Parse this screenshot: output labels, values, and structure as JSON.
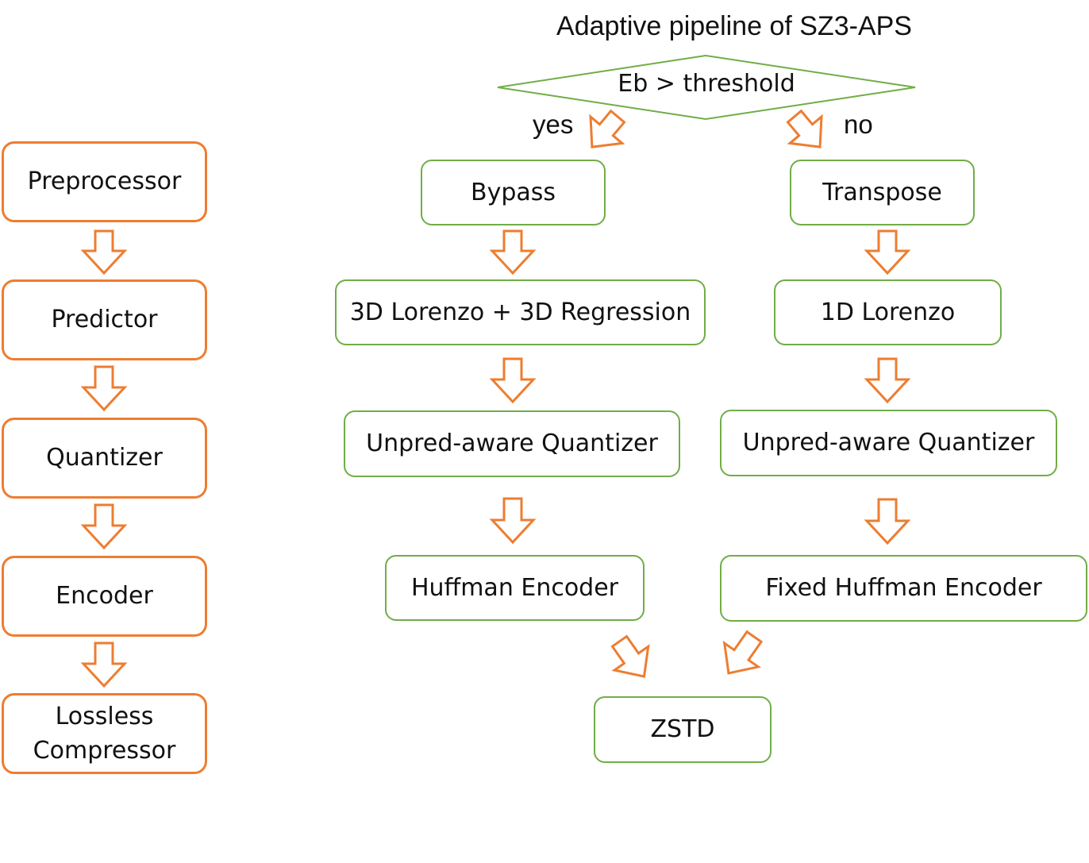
{
  "colors": {
    "orange": "#ED7D31",
    "green": "#70AD47",
    "text": "#111111"
  },
  "legacy_pipeline": {
    "stages": [
      "Preprocessor",
      "Predictor",
      "Quantizer",
      "Encoder",
      "Lossless\nCompressor"
    ]
  },
  "adaptive": {
    "title": "Adaptive pipeline of SZ3-APS",
    "decision": "Eb > threshold",
    "yes_label": "yes",
    "no_label": "no",
    "yes_branch": [
      "Bypass",
      "3D Lorenzo + 3D Regression",
      "Unpred-aware Quantizer",
      "Huffman Encoder"
    ],
    "no_branch": [
      "Transpose",
      "1D Lorenzo",
      "Unpred-aware Quantizer",
      "Fixed Huffman Encoder"
    ],
    "final_stage": "ZSTD"
  }
}
